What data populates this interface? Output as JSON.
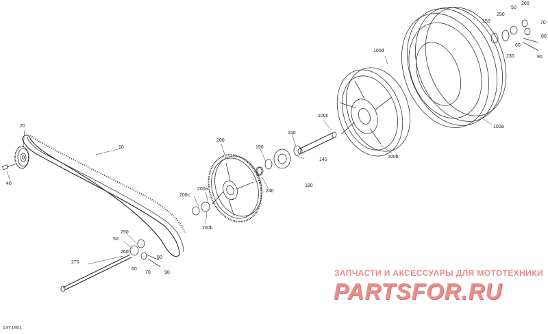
{
  "labels": [
    "20",
    "10",
    "40",
    "200",
    "200c",
    "200a",
    "200b",
    "190",
    "240",
    "180",
    "150",
    "140",
    "100c",
    "100b",
    "100d",
    "100a",
    "150",
    "250",
    "50",
    "260",
    "70",
    "80",
    "60",
    "230",
    "90",
    "250",
    "50",
    "260",
    "80",
    "270",
    "60",
    "70",
    "90"
  ],
  "watermark": {
    "line1": "ЗАПЧАСТИ И АКСЕССУАРЫ ДЛЯ МОТОТЕХНИКИ",
    "line2": "PARTSFOR.RU"
  },
  "drawing_code": "13Y1901"
}
